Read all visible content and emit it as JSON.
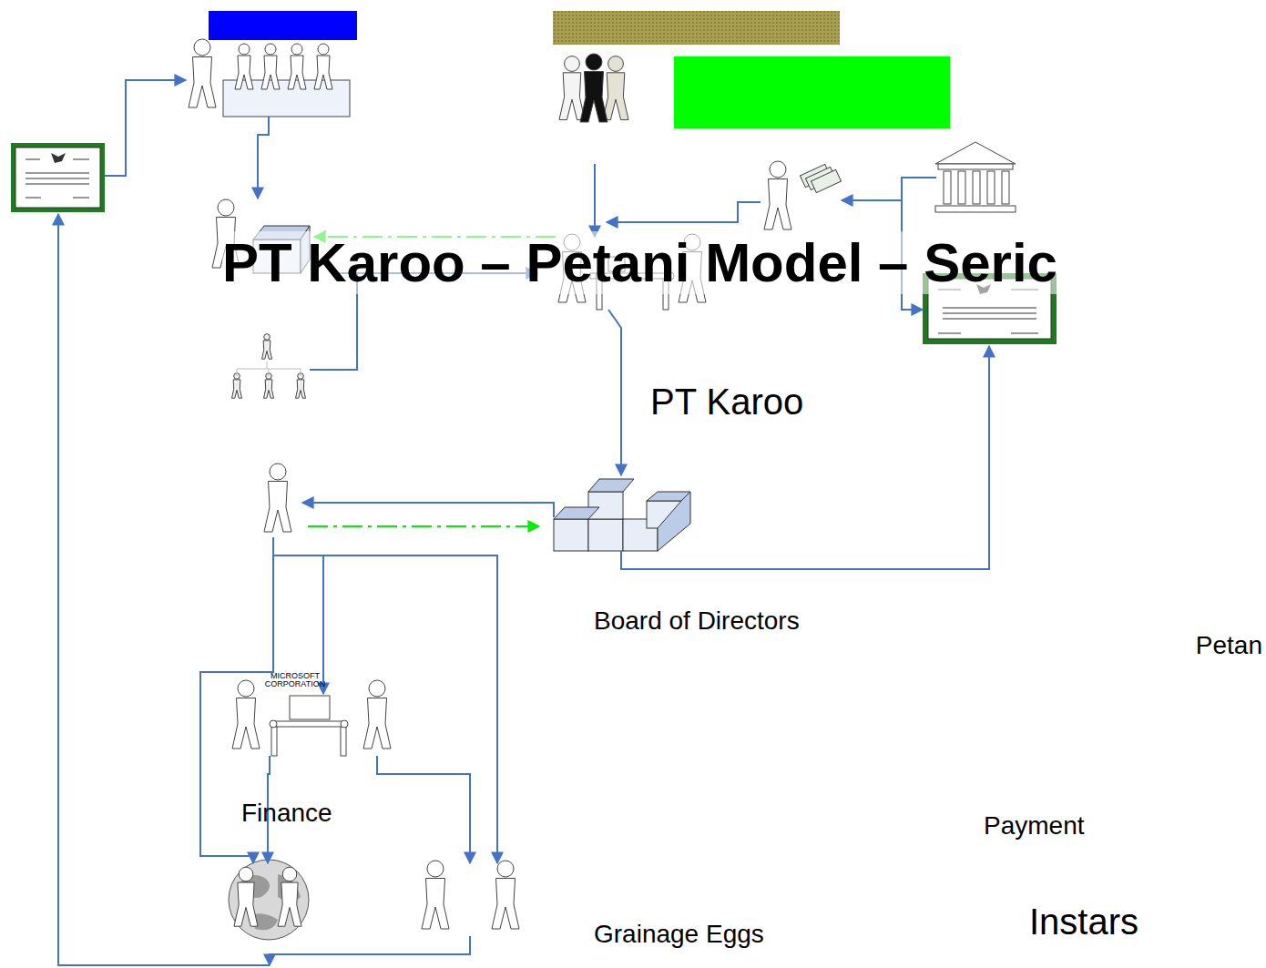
{
  "diagram": {
    "title": "PT Karoo – Petani Model – Seric",
    "nodes": [
      {
        "text": [
          "MICROSOFT CORPORATION"
        ]
      }
    ],
    "labels": [
      "PT Karoo",
      "Board of Directors",
      "Petan",
      "Finance",
      "Payment",
      "Instars",
      "Grainage Eggs"
    ]
  }
}
